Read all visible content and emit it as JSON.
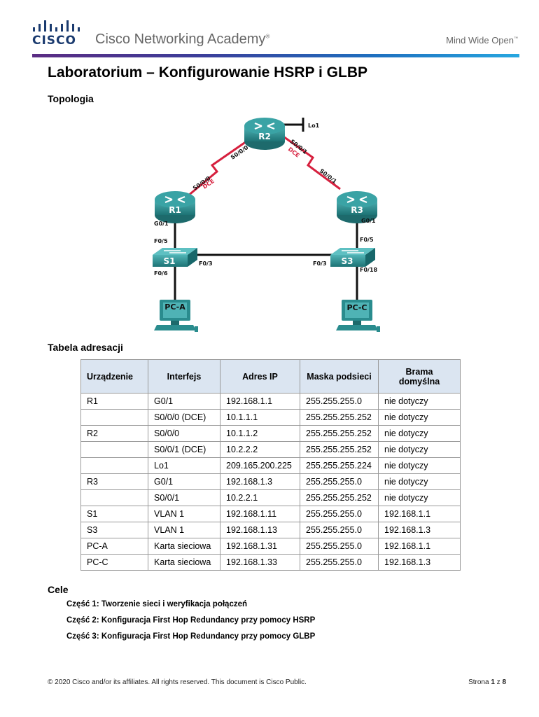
{
  "header": {
    "logo_text": "CISCO",
    "academy": "Cisco Networking Academy",
    "academy_mark": "®",
    "tagline": "Mind Wide Open",
    "tagline_mark": "™",
    "colors": {
      "logo": "#1b3b6f",
      "bar_start": "#5b2c83",
      "bar_end": "#27a7e0"
    }
  },
  "title": "Laboratorium – Konfigurowanie HSRP i GLBP",
  "sections": {
    "topology": "Topologia",
    "addressing": "Tabela adresacji",
    "goals": "Cele"
  },
  "topology": {
    "devices": {
      "r1": "R1",
      "r2": "R2",
      "r3": "R3",
      "s1": "S1",
      "s3": "S3",
      "pca": "PC-A",
      "pcc": "PC-C",
      "lo1": "Lo1"
    },
    "labels": {
      "r2_s000": "S0/0/0",
      "r2_s001": "S0/0/1",
      "r2_dce": "DCE",
      "r1_s000": "S0/0/0",
      "r1_dce": "DCE",
      "r3_s001": "S0/0/1",
      "r1_g01": "G0/1",
      "r3_g01": "G0/1",
      "s1_f05": "F0/5",
      "s1_f03": "F0/3",
      "s1_f06": "F0/6",
      "s3_f05": "F0/5",
      "s3_f03": "F0/3",
      "s3_f018": "F0/18"
    },
    "colors": {
      "device": "#2a8c8e",
      "serial": "#d6203e",
      "ethernet": "#111111"
    }
  },
  "table": {
    "headers": [
      "Urządzenie",
      "Interfejs",
      "Adres IP",
      "Maska podsieci",
      "Brama domyślna"
    ],
    "rows": [
      [
        "R1",
        "G0/1",
        "192.168.1.1",
        "255.255.255.0",
        "nie dotyczy"
      ],
      [
        "",
        "S0/0/0 (DCE)",
        "10.1.1.1",
        "255.255.255.252",
        "nie dotyczy"
      ],
      [
        "R2",
        "S0/0/0",
        "10.1.1.2",
        "255.255.255.252",
        "nie dotyczy"
      ],
      [
        "",
        "S0/0/1 (DCE)",
        "10.2.2.2",
        "255.255.255.252",
        "nie dotyczy"
      ],
      [
        "",
        "Lo1",
        "209.165.200.225",
        "255.255.255.224",
        "nie dotyczy"
      ],
      [
        "R3",
        "G0/1",
        "192.168.1.3",
        "255.255.255.0",
        "nie dotyczy"
      ],
      [
        "",
        "S0/0/1",
        "10.2.2.1",
        "255.255.255.252",
        "nie dotyczy"
      ],
      [
        "S1",
        "VLAN 1",
        "192.168.1.11",
        "255.255.255.0",
        "192.168.1.1"
      ],
      [
        "S3",
        "VLAN 1",
        "192.168.1.13",
        "255.255.255.0",
        "192.168.1.3"
      ],
      [
        "PC-A",
        "Karta sieciowa",
        "192.168.1.31",
        "255.255.255.0",
        "192.168.1.1"
      ],
      [
        "PC-C",
        "Karta sieciowa",
        "192.168.1.33",
        "255.255.255.0",
        "192.168.1.3"
      ]
    ]
  },
  "goals": [
    "Część 1: Tworzenie sieci i weryfikacja połączeń",
    "Część 2: Konfiguracja First Hop Redundancy przy pomocy HSRP",
    "Część 3: Konfiguracja First Hop Redundancy przy pomocy GLBP"
  ],
  "footer": {
    "copyright": "© 2020 Cisco and/or its affiliates. All rights reserved. This document is Cisco Public.",
    "page_prefix": "Strona ",
    "page_current": "1",
    "page_sep": " z ",
    "page_total": "8"
  }
}
